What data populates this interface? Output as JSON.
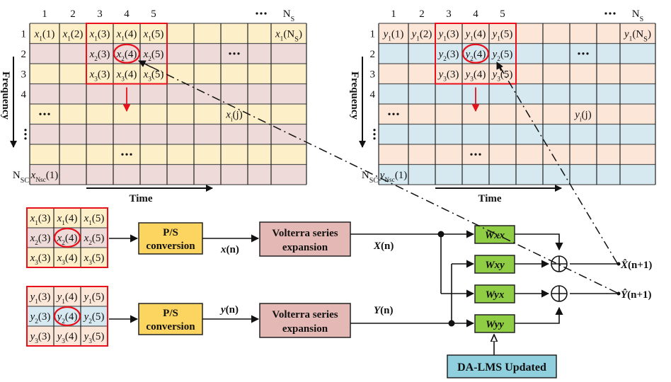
{
  "colors": {
    "x_row_odd": "#fdefc8",
    "x_row_even": "#eedad8",
    "y_row_odd": "#fbe6d8",
    "y_row_even": "#d6e9f1",
    "highlight": "#e8101a",
    "ps_box": "#fbd560",
    "volterra_box": "#e4b8b4",
    "weight_box": "#8fcd45",
    "dalms_box": "#8fcfde"
  },
  "grid_x": {
    "col_headers": [
      "1",
      "2",
      "3",
      "4",
      "5",
      "...",
      "N_S"
    ],
    "row_headers": [
      "1",
      "2",
      "3",
      "4",
      "...",
      "...",
      "",
      "N_SC"
    ],
    "axis_freq": "Frequency",
    "axis_time": "Time",
    "cells": [
      {
        "r": 0,
        "c": 0,
        "var": "x",
        "sub": "1",
        "arg": "(1)"
      },
      {
        "r": 0,
        "c": 1,
        "var": "x",
        "sub": "1",
        "arg": "(2)"
      },
      {
        "r": 0,
        "c": 2,
        "var": "x",
        "sub": "1",
        "arg": "(3)"
      },
      {
        "r": 0,
        "c": 3,
        "var": "x",
        "sub": "1",
        "arg": "(4)"
      },
      {
        "r": 0,
        "c": 4,
        "var": "x",
        "sub": "1",
        "arg": "(5)"
      },
      {
        "r": 0,
        "c": 9,
        "var": "x",
        "sub": "1",
        "arg": "(N",
        "argsub": "S",
        "argend": ")"
      },
      {
        "r": 1,
        "c": 2,
        "var": "x",
        "sub": "2",
        "arg": "(3)"
      },
      {
        "r": 1,
        "c": 3,
        "var": "x",
        "sub": "2",
        "arg": "(4)"
      },
      {
        "r": 1,
        "c": 4,
        "var": "x",
        "sub": "2",
        "arg": "(5)"
      },
      {
        "r": 2,
        "c": 2,
        "var": "x",
        "sub": "3",
        "arg": "(3)"
      },
      {
        "r": 2,
        "c": 3,
        "var": "x",
        "sub": "3",
        "arg": "(4)"
      },
      {
        "r": 2,
        "c": 4,
        "var": "x",
        "sub": "3",
        "arg": "(5)"
      },
      {
        "r": 4,
        "c": 7,
        "var": "x",
        "sub": "i",
        "arg": "(j)"
      },
      {
        "r": 7,
        "c": 0,
        "var": "x",
        "sub": "Nsc",
        "arg": "(1)"
      }
    ],
    "ellipsis_cells": [
      {
        "r": 1,
        "c": 7
      },
      {
        "r": 4,
        "c": 0
      },
      {
        "r": 6,
        "c": 3
      }
    ]
  },
  "grid_y": {
    "col_headers": [
      "1",
      "2",
      "3",
      "4",
      "5",
      "...",
      "N_S"
    ],
    "row_headers": [
      "1",
      "2",
      "3",
      "4",
      "...",
      "...",
      "",
      "N_SC"
    ],
    "axis_freq": "Frequency",
    "axis_time": "Time",
    "cells": [
      {
        "r": 0,
        "c": 0,
        "var": "y",
        "sub": "1",
        "arg": "(1)"
      },
      {
        "r": 0,
        "c": 1,
        "var": "y",
        "sub": "1",
        "arg": "(2)"
      },
      {
        "r": 0,
        "c": 2,
        "var": "y",
        "sub": "1",
        "arg": "(3)"
      },
      {
        "r": 0,
        "c": 3,
        "var": "y",
        "sub": "1",
        "arg": "(4)"
      },
      {
        "r": 0,
        "c": 4,
        "var": "y",
        "sub": "1",
        "arg": "(5)"
      },
      {
        "r": 0,
        "c": 9,
        "var": "y",
        "sub": "1",
        "arg": "(N",
        "argsub": "S",
        "argend": ")"
      },
      {
        "r": 1,
        "c": 2,
        "var": "y",
        "sub": "2",
        "arg": "(3)"
      },
      {
        "r": 1,
        "c": 3,
        "var": "y",
        "sub": "2",
        "arg": "(4)"
      },
      {
        "r": 1,
        "c": 4,
        "var": "y",
        "sub": "2",
        "arg": "(5)"
      },
      {
        "r": 2,
        "c": 2,
        "var": "y",
        "sub": "3",
        "arg": "(3)"
      },
      {
        "r": 2,
        "c": 3,
        "var": "y",
        "sub": "3",
        "arg": "(4)"
      },
      {
        "r": 2,
        "c": 4,
        "var": "y",
        "sub": "3",
        "arg": "(5)"
      },
      {
        "r": 4,
        "c": 7,
        "var": "y",
        "sub": "i",
        "arg": "(j)"
      },
      {
        "r": 7,
        "c": 0,
        "var": "y",
        "sub": "Nsc",
        "arg": "(1)"
      }
    ],
    "ellipsis_cells": [
      {
        "r": 1,
        "c": 7
      },
      {
        "r": 4,
        "c": 0
      },
      {
        "r": 6,
        "c": 3
      }
    ]
  },
  "window_x": [
    [
      {
        "var": "x",
        "sub": "1",
        "arg": "(3)"
      },
      {
        "var": "x",
        "sub": "1",
        "arg": "(4)"
      },
      {
        "var": "x",
        "sub": "1",
        "arg": "(5)"
      }
    ],
    [
      {
        "var": "x",
        "sub": "2",
        "arg": "(3)"
      },
      {
        "var": "x",
        "sub": "2",
        "arg": "(4)"
      },
      {
        "var": "x",
        "sub": "2",
        "arg": "(5)"
      }
    ],
    [
      {
        "var": "x",
        "sub": "3",
        "arg": "(3)"
      },
      {
        "var": "x",
        "sub": "3",
        "arg": "(4)"
      },
      {
        "var": "x",
        "sub": "3",
        "arg": "(5)"
      }
    ]
  ],
  "window_y": [
    [
      {
        "var": "y",
        "sub": "1",
        "arg": "(3)"
      },
      {
        "var": "y",
        "sub": "1",
        "arg": "(4)"
      },
      {
        "var": "y",
        "sub": "1",
        "arg": "(5)"
      }
    ],
    [
      {
        "var": "y",
        "sub": "2",
        "arg": "(3)"
      },
      {
        "var": "y",
        "sub": "2",
        "arg": "(4)"
      },
      {
        "var": "y",
        "sub": "2",
        "arg": "(5)"
      }
    ],
    [
      {
        "var": "y",
        "sub": "3",
        "arg": "(3)"
      },
      {
        "var": "y",
        "sub": "3",
        "arg": "(4)"
      },
      {
        "var": "y",
        "sub": "3",
        "arg": "(5)"
      }
    ]
  ],
  "blocks": {
    "ps_line1": "P/S",
    "ps_line2": "conversion",
    "volterra_line1": "Volterra series",
    "volterra_line2": "expansion",
    "w_xx": "Wxx",
    "w_xy": "Wxy",
    "w_yx": "Wyx",
    "w_yy": "Wyy",
    "dalms": "DA-LMS Updated"
  },
  "signals": {
    "xn_var": "x",
    "yn_var": "y",
    "n_arg": "(n)",
    "Xn_var": "X",
    "Yn_var": "Y",
    "xhat_var": "X̂",
    "yhat_var": "Ŷ",
    "hat_arg": "(n+1)"
  }
}
